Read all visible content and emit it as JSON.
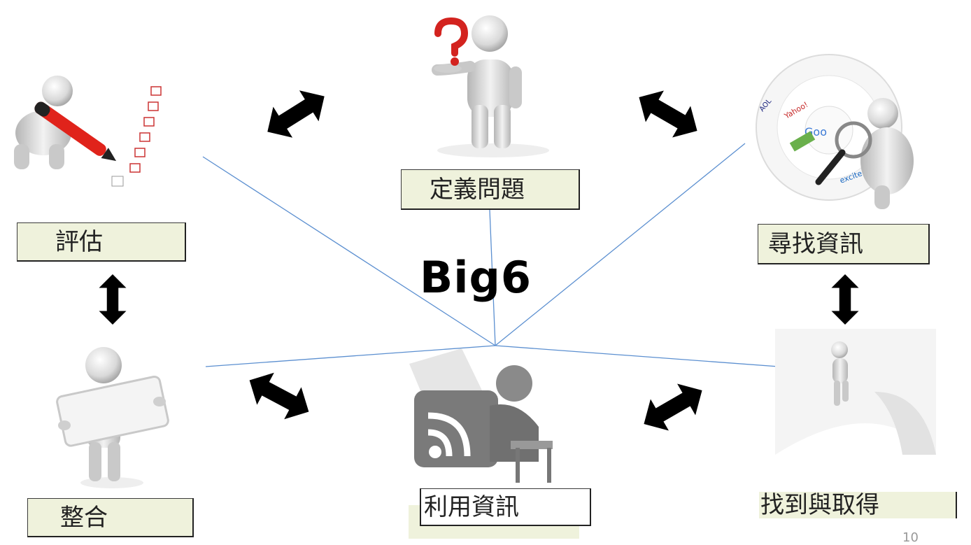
{
  "title": "Big6",
  "steps": {
    "define": "定義問題",
    "seek": "尋找資訊",
    "locate": "找到與取得",
    "use": "利用資訊",
    "synthesize": "整合",
    "evaluate": "評估"
  },
  "page_number": "10",
  "icons": {
    "define": "figure-question-mark-icon",
    "seek": "figure-search-engine-wheel-icon",
    "locate": "figure-turning-page-icon",
    "use": "figure-reading-rss-icon",
    "synthesize": "figure-holding-board-icon",
    "evaluate": "figure-pen-checklist-icon"
  },
  "colors": {
    "connector": "#5b8fd0",
    "label_fill": "#eff2dc",
    "arrow": "#000000"
  }
}
